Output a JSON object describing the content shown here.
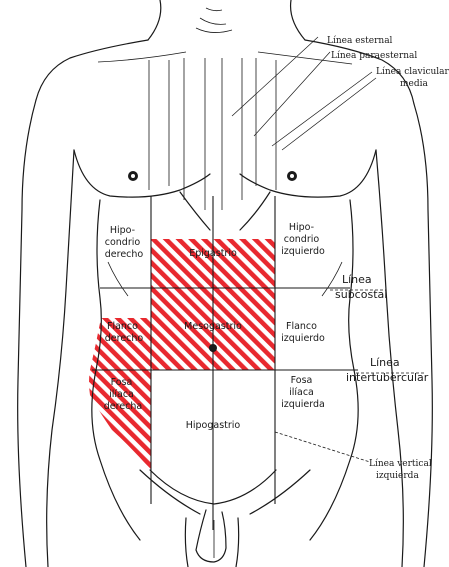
{
  "labels": {
    "linea_esternal": "Línea esternal",
    "linea_paraesternal": "Línea paraesternal",
    "linea_clavicular_1": "Línea clavicular",
    "linea_clavicular_2": "media",
    "linea_subcostal_1": "Línea",
    "linea_subcostal_2": "subcostal",
    "linea_intertubercular_1": "Línea",
    "linea_intertubercular_2": "intertubercular",
    "linea_vertical_1": "Línea vertical",
    "linea_vertical_2": "izquierda"
  },
  "regions": {
    "hipocondrio_derecho": [
      "Hipo-",
      "condrio",
      "derecho"
    ],
    "epigastrio": [
      "Epigastrio"
    ],
    "hipocondrio_izquierdo": [
      "Hipo-",
      "condrio",
      "izquierdo"
    ],
    "flanco_derecho": [
      "Flanco",
      "derecho"
    ],
    "mesogastrio": [
      "Mesogastrio"
    ],
    "flanco_izquierdo": [
      "Flanco",
      "izquierdo"
    ],
    "fosa_iliaca_derecha": [
      "Fosa",
      "ilíaca",
      "derecha"
    ],
    "hipogastrio": [
      "Hipogastrio"
    ],
    "fosa_iliaca_izquierda": [
      "Fosa",
      "ilíaca",
      "izquierda"
    ]
  },
  "colors": {
    "highlight": "#e8292f",
    "stripe_gap": "#ffffff",
    "outline": "#1a1a1a"
  },
  "highlighted_regions": [
    "epigastrio",
    "mesogastrio",
    "flanco_derecho",
    "fosa_iliaca_derecha"
  ]
}
